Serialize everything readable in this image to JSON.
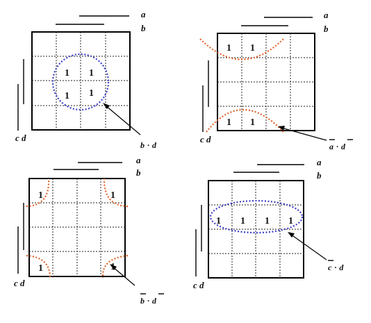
{
  "var_labels": {
    "a": "a",
    "b": "b",
    "cd": "c d"
  },
  "maps": [
    {
      "id": "map-top-left",
      "ones": [
        "1",
        "1",
        "1",
        "1"
      ],
      "expression": {
        "left": "b",
        "op": "·",
        "right": "d"
      }
    },
    {
      "id": "map-top-right",
      "ones": [
        "1",
        "1",
        "1",
        "1"
      ],
      "expression": {
        "left": "a",
        "op": "·",
        "right": "d"
      }
    },
    {
      "id": "map-bottom-left",
      "ones": [
        "1",
        "1",
        "1",
        "1"
      ],
      "expression": {
        "left": "b",
        "op": "·",
        "right": "d"
      }
    },
    {
      "id": "map-bottom-right",
      "ones": [
        "1",
        "1",
        "1",
        "1"
      ],
      "expression": {
        "left": "c",
        "op": "·",
        "right": "d"
      }
    }
  ],
  "colors": {
    "group_blue": "#3a3fc4",
    "group_red": "#e0632a"
  }
}
